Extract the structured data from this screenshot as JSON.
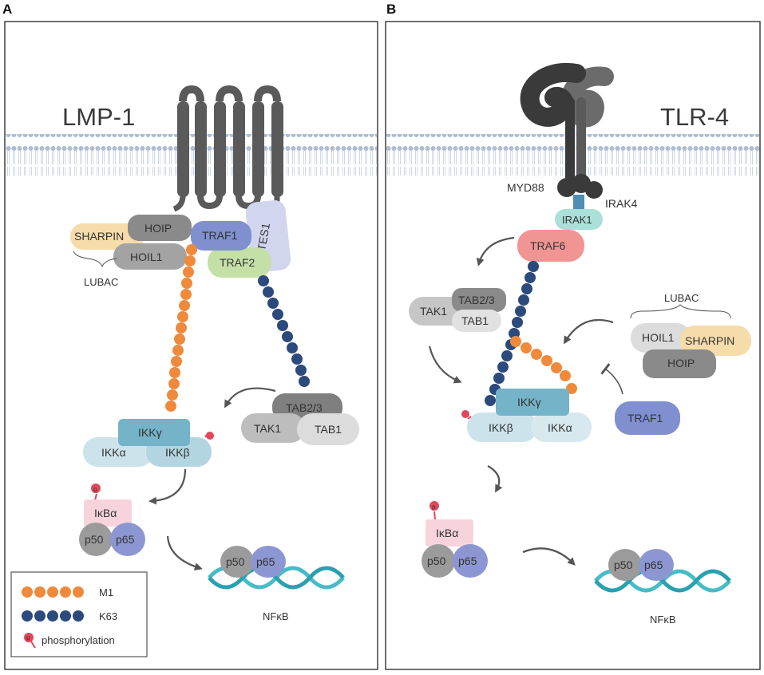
{
  "panels": {
    "a": {
      "letter": "A",
      "receptor": "LMP-1",
      "proteins": {
        "sharpin": "SHARPIN",
        "hoip": "HOIP",
        "hoil1": "HOIL1",
        "traf1": "TRAF1",
        "tes1": "TES1",
        "traf2": "TRAF2",
        "tab23": "TAB2/3",
        "tak1": "TAK1",
        "tab1": "TAB1",
        "ikkg": "IKKγ",
        "ikka": "IKKα",
        "ikkb": "IKKβ",
        "ikba": "IκBα",
        "p50": "p50",
        "p65": "p65",
        "p50_dna": "p50",
        "p65_dna": "p65"
      },
      "lubac": "LUBAC",
      "nfkb": "NFκB"
    },
    "b": {
      "letter": "B",
      "receptor": "TLR-4",
      "proteins": {
        "myd88": "MYD88",
        "irak4": "IRAK4",
        "irak1": "IRAK1",
        "traf6": "TRAF6",
        "tak1": "TAK1",
        "tab23": "TAB2/3",
        "tab1": "TAB1",
        "hoil1": "HOIL1",
        "sharpin": "SHARPIN",
        "hoip": "HOIP",
        "traf1": "TRAF1",
        "ikkg": "IKKγ",
        "ikkb": "IKKβ",
        "ikka": "IKKα",
        "ikba": "IκBα",
        "p50": "p50",
        "p65": "p65",
        "p50_dna": "p50",
        "p65_dna": "p65"
      },
      "lubac": "LUBAC",
      "nfkb": "NFκB"
    }
  },
  "legend": {
    "m1": "M1",
    "k63": "K63",
    "phos": "phosphorylation",
    "phos_symbol": "p"
  },
  "colors": {
    "membrane": "#aebdd3",
    "m1": "#ef8a3c",
    "k63": "#2c4a7c",
    "phospho": "#e0475a",
    "receptor": "#5a5a5a",
    "dna": "#46bdc6"
  }
}
